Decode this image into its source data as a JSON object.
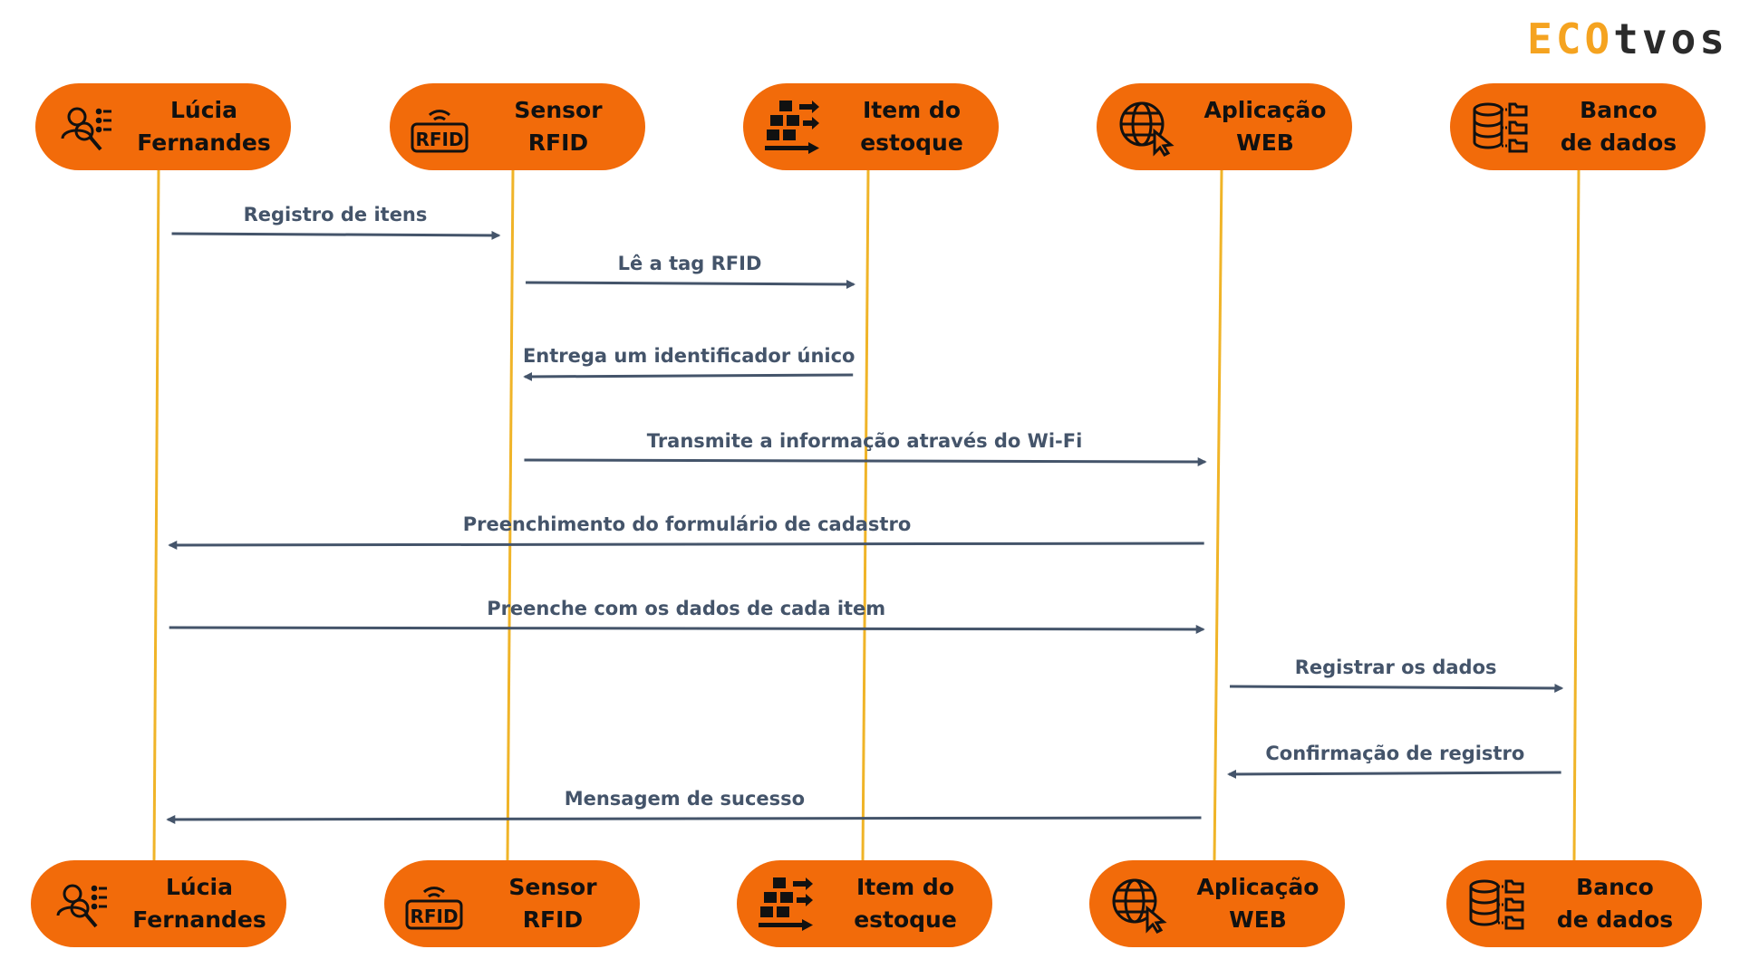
{
  "logo": {
    "prefix": "ECO",
    "suffix": "tvos"
  },
  "colors": {
    "pill": "#f26b0a",
    "lifeline": "#f0b428",
    "arrow": "#44546a",
    "label": "#44546a"
  },
  "participants": [
    {
      "id": "lucia",
      "label": "Lúcia\nFernandes",
      "icon": "user-search-icon"
    },
    {
      "id": "sensor",
      "label": "Sensor\nRFID",
      "icon": "rfid-icon"
    },
    {
      "id": "item",
      "label": "Item do\nestoque",
      "icon": "boxes-icon"
    },
    {
      "id": "app",
      "label": "Aplicação\nWEB",
      "icon": "globe-cursor-icon"
    },
    {
      "id": "db",
      "label": "Banco\nde dados",
      "icon": "database-icon"
    }
  ],
  "messages": [
    {
      "text": "Registro de itens",
      "from": 0,
      "to": 1
    },
    {
      "text": "Lê a tag RFID",
      "from": 1,
      "to": 2
    },
    {
      "text": "Entrega um identificador único",
      "from": 2,
      "to": 1
    },
    {
      "text": "Transmite a informação através do Wi-Fi",
      "from": 1,
      "to": 3
    },
    {
      "text": "Preenchimento do formulário de cadastro",
      "from": 3,
      "to": 0
    },
    {
      "text": "Preenche com os dados de cada item",
      "from": 0,
      "to": 3
    },
    {
      "text": "Registrar os dados",
      "from": 3,
      "to": 4
    },
    {
      "text": "Confirmação de registro",
      "from": 4,
      "to": 3
    },
    {
      "text": "Mensagem de sucesso",
      "from": 3,
      "to": 0
    }
  ]
}
